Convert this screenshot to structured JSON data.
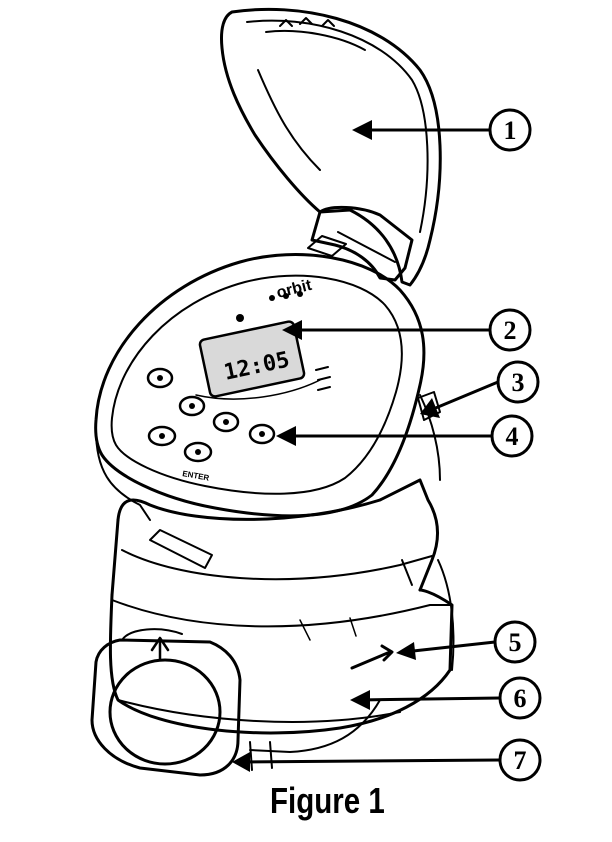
{
  "figure": {
    "caption": "Figure 1",
    "brand": "orbit",
    "display_time": "12:05",
    "keypad_label": "ENTER"
  },
  "callouts": [
    {
      "number": "1"
    },
    {
      "number": "2"
    },
    {
      "number": "3"
    },
    {
      "number": "4"
    },
    {
      "number": "5"
    },
    {
      "number": "6"
    },
    {
      "number": "7"
    }
  ],
  "colors": {
    "line": "#000000",
    "background": "#ffffff",
    "lcd_fill": "#d9d9d9"
  }
}
